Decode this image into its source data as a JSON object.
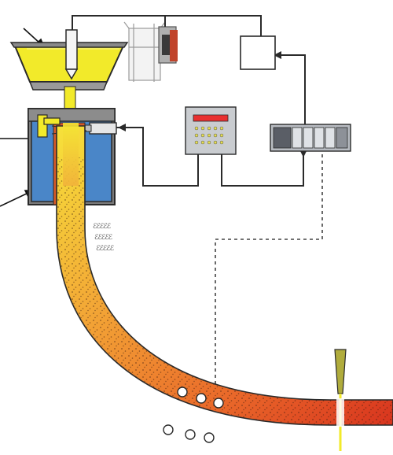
{
  "diagram": {
    "title": "",
    "labels": [],
    "colors": {
      "molten_steel": "#f2ea2a",
      "mould_water": "#4a86c8",
      "strand_hot": "#e84a22",
      "strand_mid": "#f08a2a",
      "frame": "#2a2a2a",
      "controller_body": "#c9ccd0",
      "display_red": "#e83030",
      "cutting_torch": "#a6a23a"
    },
    "components": [
      {
        "name": "tundish",
        "icon": "tundish-vessel"
      },
      {
        "name": "stopper-rod",
        "icon": "stopper-rod"
      },
      {
        "name": "mould",
        "icon": "water-cooled-mould"
      },
      {
        "name": "level-sensor",
        "icon": "radiation-source"
      },
      {
        "name": "level-detector",
        "icon": "detector-head"
      },
      {
        "name": "level-display",
        "icon": "display-panel"
      },
      {
        "name": "plc-controller",
        "icon": "plc-rack"
      },
      {
        "name": "stopper-actuator",
        "icon": "actuator-box"
      },
      {
        "name": "stopper-mechanism",
        "icon": "hydraulic-mechanism"
      },
      {
        "name": "spray-cooling",
        "icon": "water-sprays"
      },
      {
        "name": "guide-rollers",
        "icon": "roller-set"
      },
      {
        "name": "cutting-torch",
        "icon": "torch"
      },
      {
        "name": "steel-strand",
        "icon": "curved-strand"
      }
    ]
  }
}
